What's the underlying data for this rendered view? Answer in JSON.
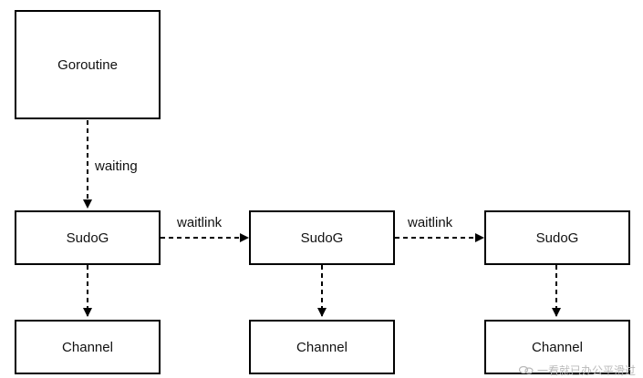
{
  "nodes": {
    "goroutine": "Goroutine",
    "sudog": [
      "SudoG",
      "SudoG",
      "SudoG"
    ],
    "channel": [
      "Channel",
      "Channel",
      "Channel"
    ]
  },
  "edges": {
    "waiting_label": "waiting",
    "waitlink_labels": [
      "waitlink",
      "waitlink"
    ]
  },
  "style": {
    "line_color": "#000000",
    "box_border_color": "#000000",
    "watermark_color": "#b9b9b9"
  },
  "watermark": {
    "icon": "wechat-icon",
    "text": "一看就已办公平滑过"
  }
}
